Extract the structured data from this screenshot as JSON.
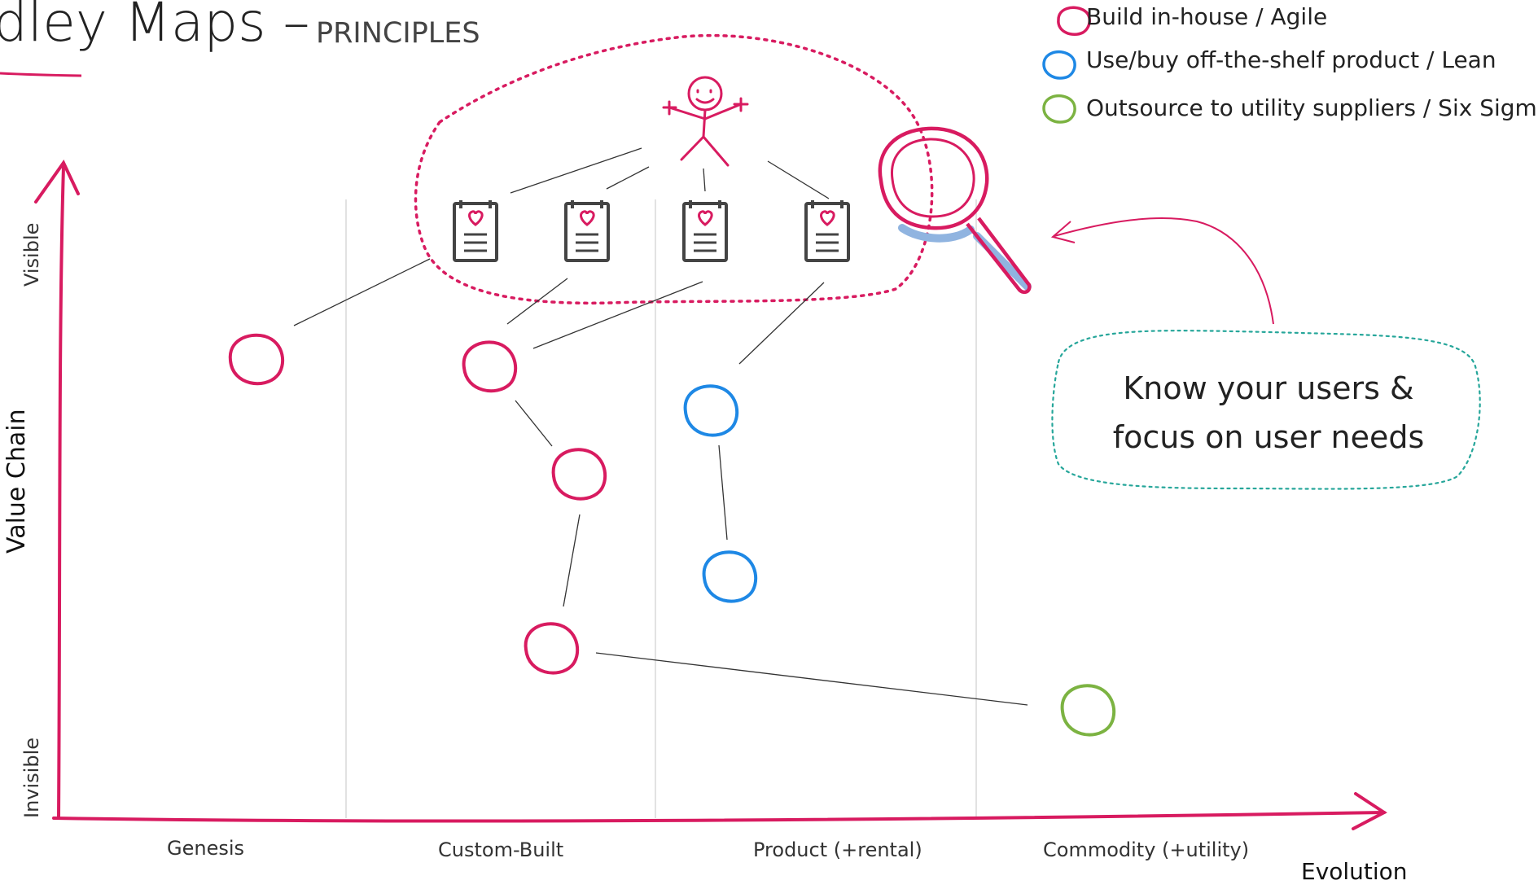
{
  "title": {
    "main": "dley Maps –",
    "sub": "PRINCIPLES"
  },
  "legend": [
    {
      "color": "#d81b60",
      "label": "Build in-house / Agile"
    },
    {
      "color": "#1e88e5",
      "label": "Use/buy off-the-shelf product / Lean"
    },
    {
      "color": "#7cb342",
      "label": "Outsource to utility suppliers  / Six Sigma"
    }
  ],
  "axes": {
    "y_label": "Value Chain",
    "y_top": "Visible",
    "y_bottom": "Invisible",
    "x_label": "Evolution",
    "stages": [
      "Genesis",
      "Custom-Built",
      "Product (+rental)",
      "Commodity (+utility)"
    ]
  },
  "callout": {
    "line1": "Know your users &",
    "line2": "focus on user needs"
  },
  "colors": {
    "pink": "#d81b60",
    "blue": "#1e88e5",
    "green": "#7cb342",
    "teal": "#26a69a",
    "magnifier_shadow": "#90b4e0"
  },
  "icons": [
    "user-stick-figure-icon",
    "user-need-card-icon",
    "magnifying-glass-icon"
  ]
}
